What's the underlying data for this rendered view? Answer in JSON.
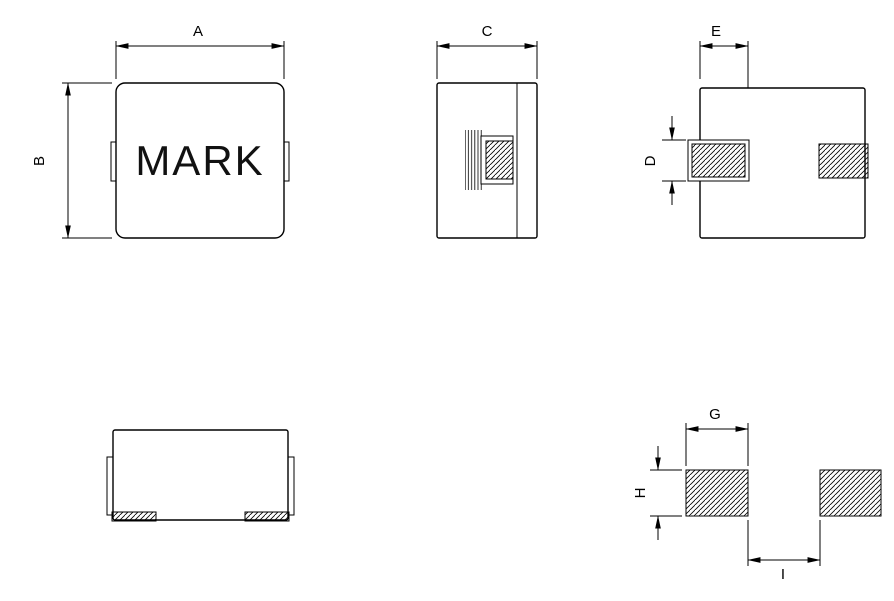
{
  "drawing": {
    "background": "#ffffff",
    "line_color": "#000000",
    "front_view": {
      "mark": "MARK",
      "width_dim": "A",
      "height_dim": "B"
    },
    "side_view": {
      "width_dim": "C"
    },
    "end_view": {
      "terminal_width_dim": "E",
      "terminal_height_dim": "D"
    },
    "land_pattern": {
      "pad_width_dim": "G",
      "pad_height_dim": "H",
      "pad_gap_dim": "I"
    }
  }
}
